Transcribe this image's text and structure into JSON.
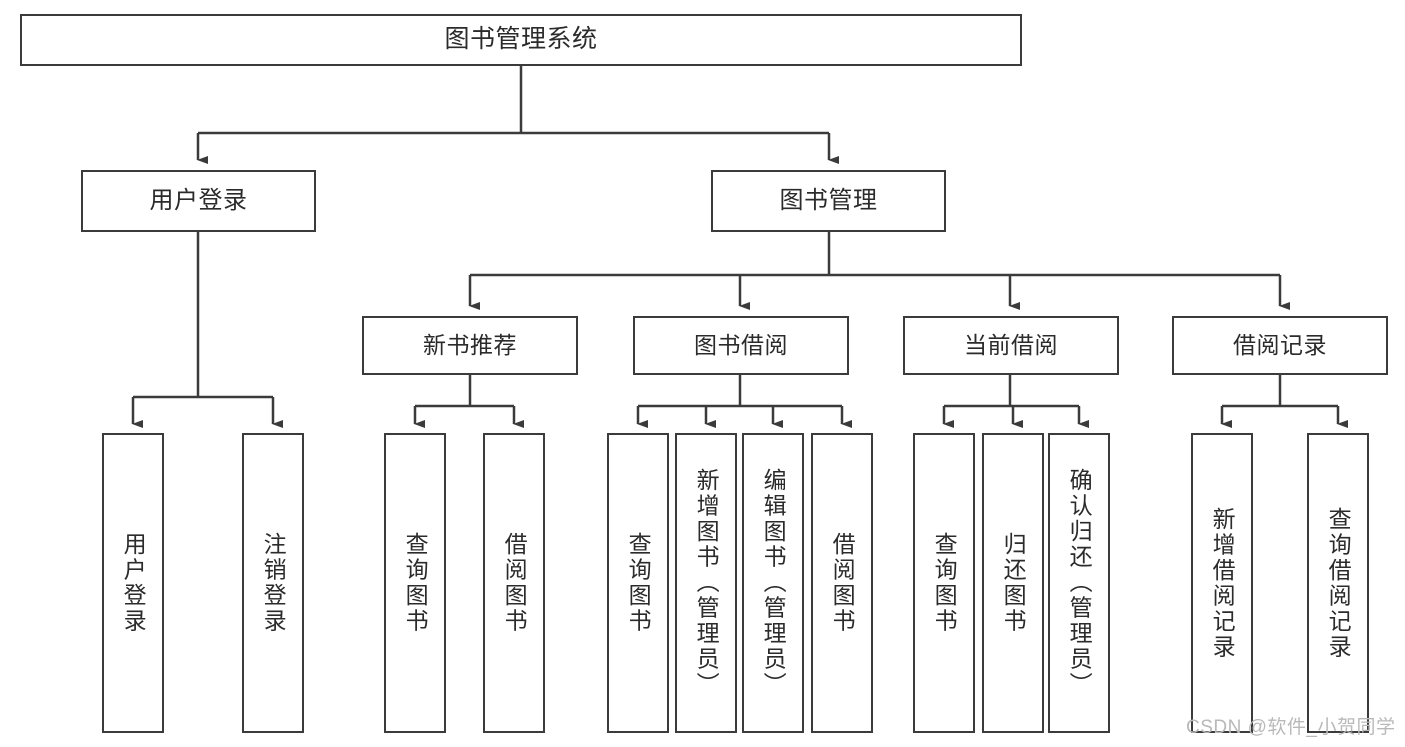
{
  "diagram": {
    "title": "图书管理系统",
    "type": "hierarchy-tree",
    "watermark": "CSDN @软件_小贺同学",
    "colors": {
      "box_border": "#3b3b3b",
      "box_fill": "#ffffff",
      "connector": "#3b3b3b",
      "text": "#2b2b2b",
      "watermark": "#b9b9b9"
    },
    "nodes": {
      "root": {
        "label": "图书管理系统"
      },
      "level1": [
        {
          "label": "用户登录"
        },
        {
          "label": "图书管理"
        }
      ],
      "level2": [
        {
          "label": "新书推荐"
        },
        {
          "label": "图书借阅"
        },
        {
          "label": "当前借阅"
        },
        {
          "label": "借阅记录"
        }
      ],
      "leaves": {
        "user_login": [
          {
            "label": "用户登录"
          },
          {
            "label": "注销登录"
          }
        ],
        "new_book_recommend": [
          {
            "label": "查询图书"
          },
          {
            "label": "借阅图书"
          }
        ],
        "book_borrow": [
          {
            "label": "查询图书"
          },
          {
            "label": "新增图书（管理员）"
          },
          {
            "label": "编辑图书（管理员）"
          },
          {
            "label": "借阅图书"
          }
        ],
        "current_borrow": [
          {
            "label": "查询图书"
          },
          {
            "label": "归还图书"
          },
          {
            "label": "确认归还（管理员）"
          }
        ],
        "borrow_record": [
          {
            "label": "新增借阅记录"
          },
          {
            "label": "查询借阅记录"
          }
        ]
      }
    }
  }
}
